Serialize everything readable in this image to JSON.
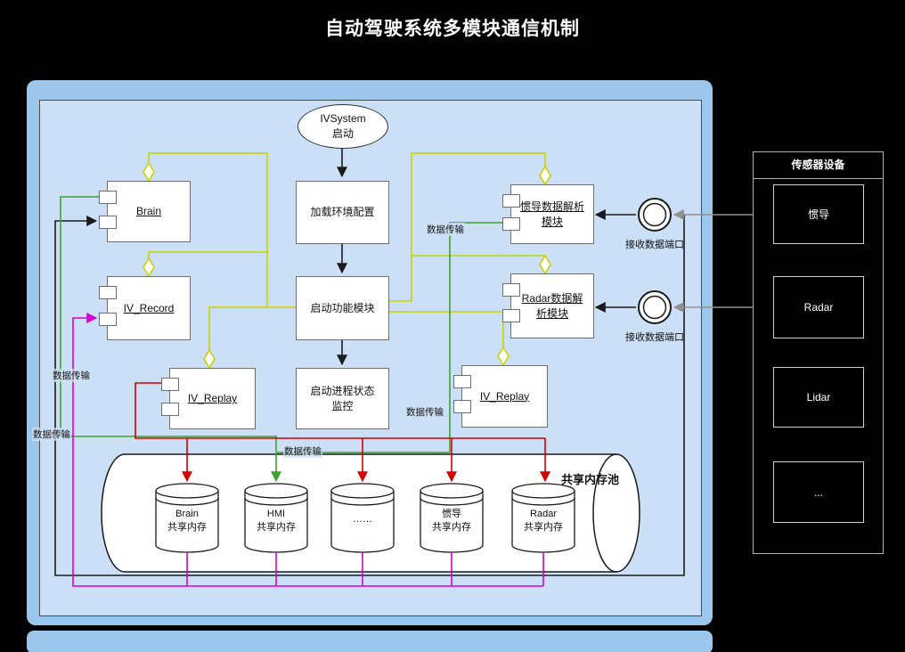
{
  "title": "自动驾驶系统多模块通信机制",
  "colors": {
    "outer_panel_blue": "#9cc7ec",
    "inner_panel_blue": "#cbe0f6",
    "flow_black": "#1a1a1a",
    "aggregate_yellow": "#c9d200",
    "data_green": "#3da32f",
    "data_red": "#d40000",
    "data_magenta": "#d400d4",
    "sensor_link_gray": "#909090"
  },
  "start_node": {
    "line1": "IVSystem",
    "line2": "启动"
  },
  "process_nodes": {
    "load_config": "加载环境配置",
    "start_modules": "启动功能模块",
    "monitor_line1": "启动进程状态",
    "monitor_line2": "监控"
  },
  "components": {
    "brain": "Brain",
    "iv_record": "IV_Record",
    "iv_replay_left": "IV_Replay",
    "ins_parser_line1": "惯导数据解析",
    "ins_parser_line2": "模块",
    "radar_parser_line1": "Radar数据解",
    "radar_parser_line2": "析模块",
    "iv_replay_right": "IV_Replay"
  },
  "receive_ports": {
    "port1_label": "接收数据端口",
    "port2_label": "接收数据端口"
  },
  "sensor_panel": {
    "title": "传感器设备",
    "items": [
      "惯导",
      "Radar",
      "Lidar",
      "..."
    ]
  },
  "memory_pool": {
    "title": "共享内存池",
    "cylinders": [
      {
        "line1": "Brain",
        "line2": "共享内存"
      },
      {
        "line1": "HMI",
        "line2": "共享内存"
      },
      {
        "line1": "……",
        "line2": ""
      },
      {
        "line1": "惯导",
        "line2": "共享内存"
      },
      {
        "line1": "Radar",
        "line2": "共享内存"
      }
    ]
  },
  "edge_labels": {
    "l1": "数据传输",
    "l2": "数据传输",
    "l3": "数据传输",
    "l4": "数据传输",
    "l5": "数据传输"
  }
}
